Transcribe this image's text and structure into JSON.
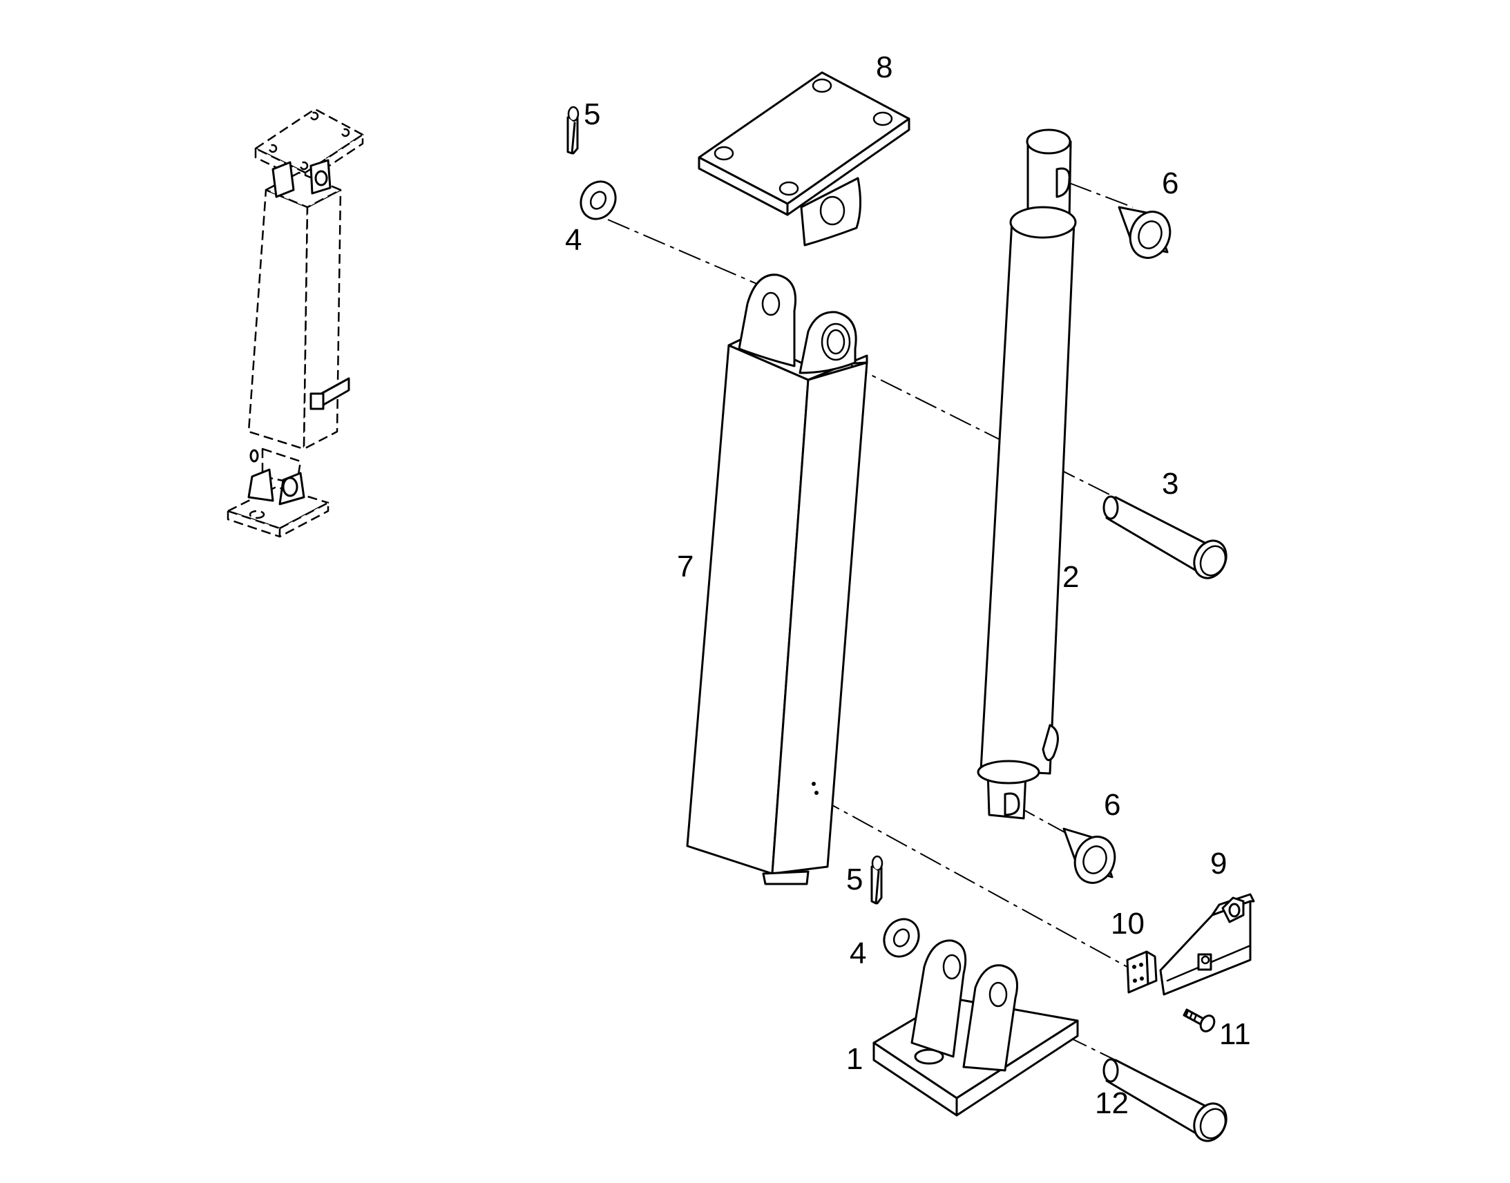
{
  "diagram": {
    "style": "exploded-parts-view",
    "line_color": "#000000",
    "background": "#ffffff",
    "callouts": [
      {
        "id": "c8",
        "label": "8"
      },
      {
        "id": "c5a",
        "label": "5"
      },
      {
        "id": "c4a",
        "label": "4"
      },
      {
        "id": "c6a",
        "label": "6"
      },
      {
        "id": "c3",
        "label": "3"
      },
      {
        "id": "c7",
        "label": "7"
      },
      {
        "id": "c2",
        "label": "2"
      },
      {
        "id": "c6b",
        "label": "6"
      },
      {
        "id": "c9",
        "label": "9"
      },
      {
        "id": "c5b",
        "label": "5"
      },
      {
        "id": "c10",
        "label": "10"
      },
      {
        "id": "c4b",
        "label": "4"
      },
      {
        "id": "c11",
        "label": "11"
      },
      {
        "id": "c1",
        "label": "1"
      },
      {
        "id": "c12",
        "label": "12"
      }
    ]
  }
}
